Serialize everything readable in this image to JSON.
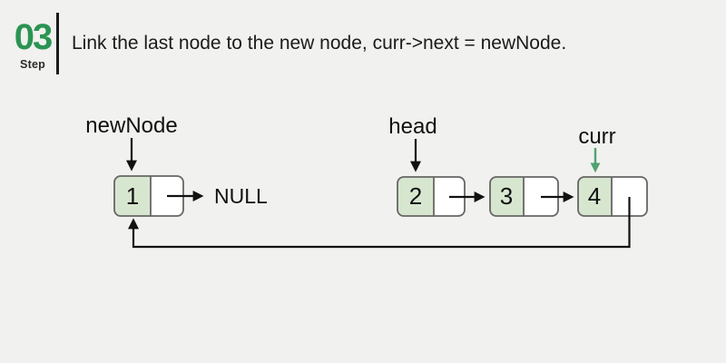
{
  "header": {
    "step_number": "03",
    "step_label": "Step",
    "title": "Link the last node to the new node, curr->next = newNode."
  },
  "diagram": {
    "labels": {
      "new_node": "newNode",
      "head": "head",
      "curr": "curr",
      "null": "NULL"
    },
    "nodes": [
      {
        "value": "1"
      },
      {
        "value": "2"
      },
      {
        "value": "3"
      },
      {
        "value": "4"
      }
    ],
    "colors": {
      "background": "#f1f1ef",
      "accent_green": "#2a9452",
      "node_fill_green": "#d7e7cf",
      "node_fill_white": "#ffffff",
      "node_border": "#666666",
      "arrow_black": "#111111",
      "curr_arrow_green": "#4fa173"
    }
  }
}
